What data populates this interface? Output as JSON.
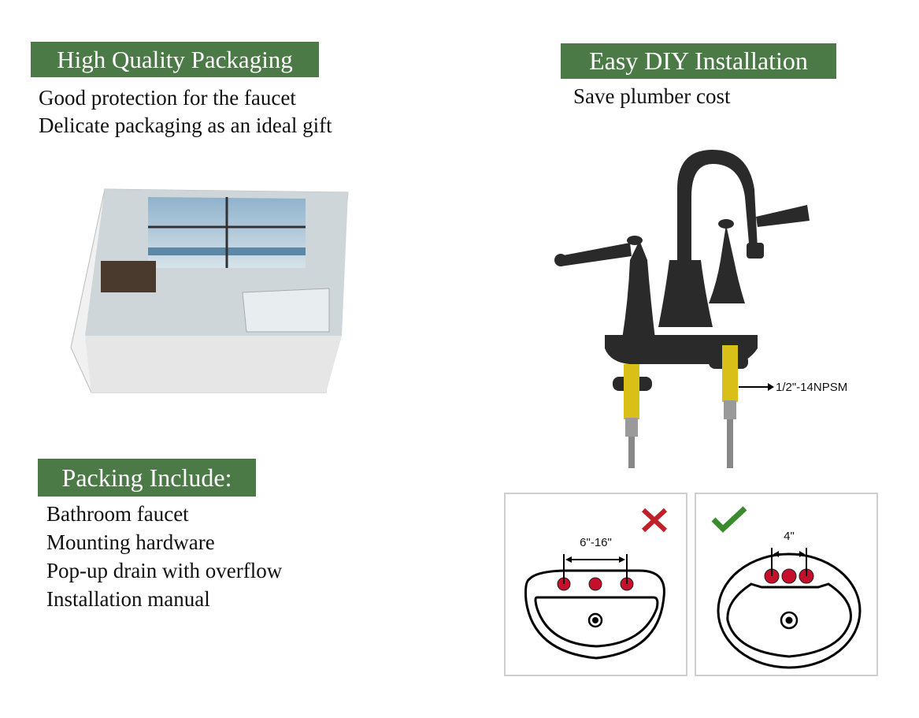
{
  "packaging": {
    "title": "High Quality Packaging",
    "lines": [
      "Good protection for the faucet",
      "Delicate packaging as an ideal gift"
    ]
  },
  "installation": {
    "title": "Easy DIY Installation",
    "lines": [
      "Save plumber cost"
    ],
    "thread_label": "1/2\"-14NPSM"
  },
  "packing": {
    "title": "Packing Include:",
    "items": [
      "Bathroom faucet",
      "Mounting hardware",
      "Pop-up drain with overflow",
      "Installation manual"
    ]
  },
  "sink_diagrams": [
    {
      "spacing": "6\"-16\"",
      "status": "incompatible"
    },
    {
      "spacing": "4\"",
      "status": "compatible"
    }
  ],
  "colors": {
    "accent": "#4b7a47",
    "cross": "#c0202a",
    "check": "#3a8a2e",
    "hole": "#c4102a"
  }
}
